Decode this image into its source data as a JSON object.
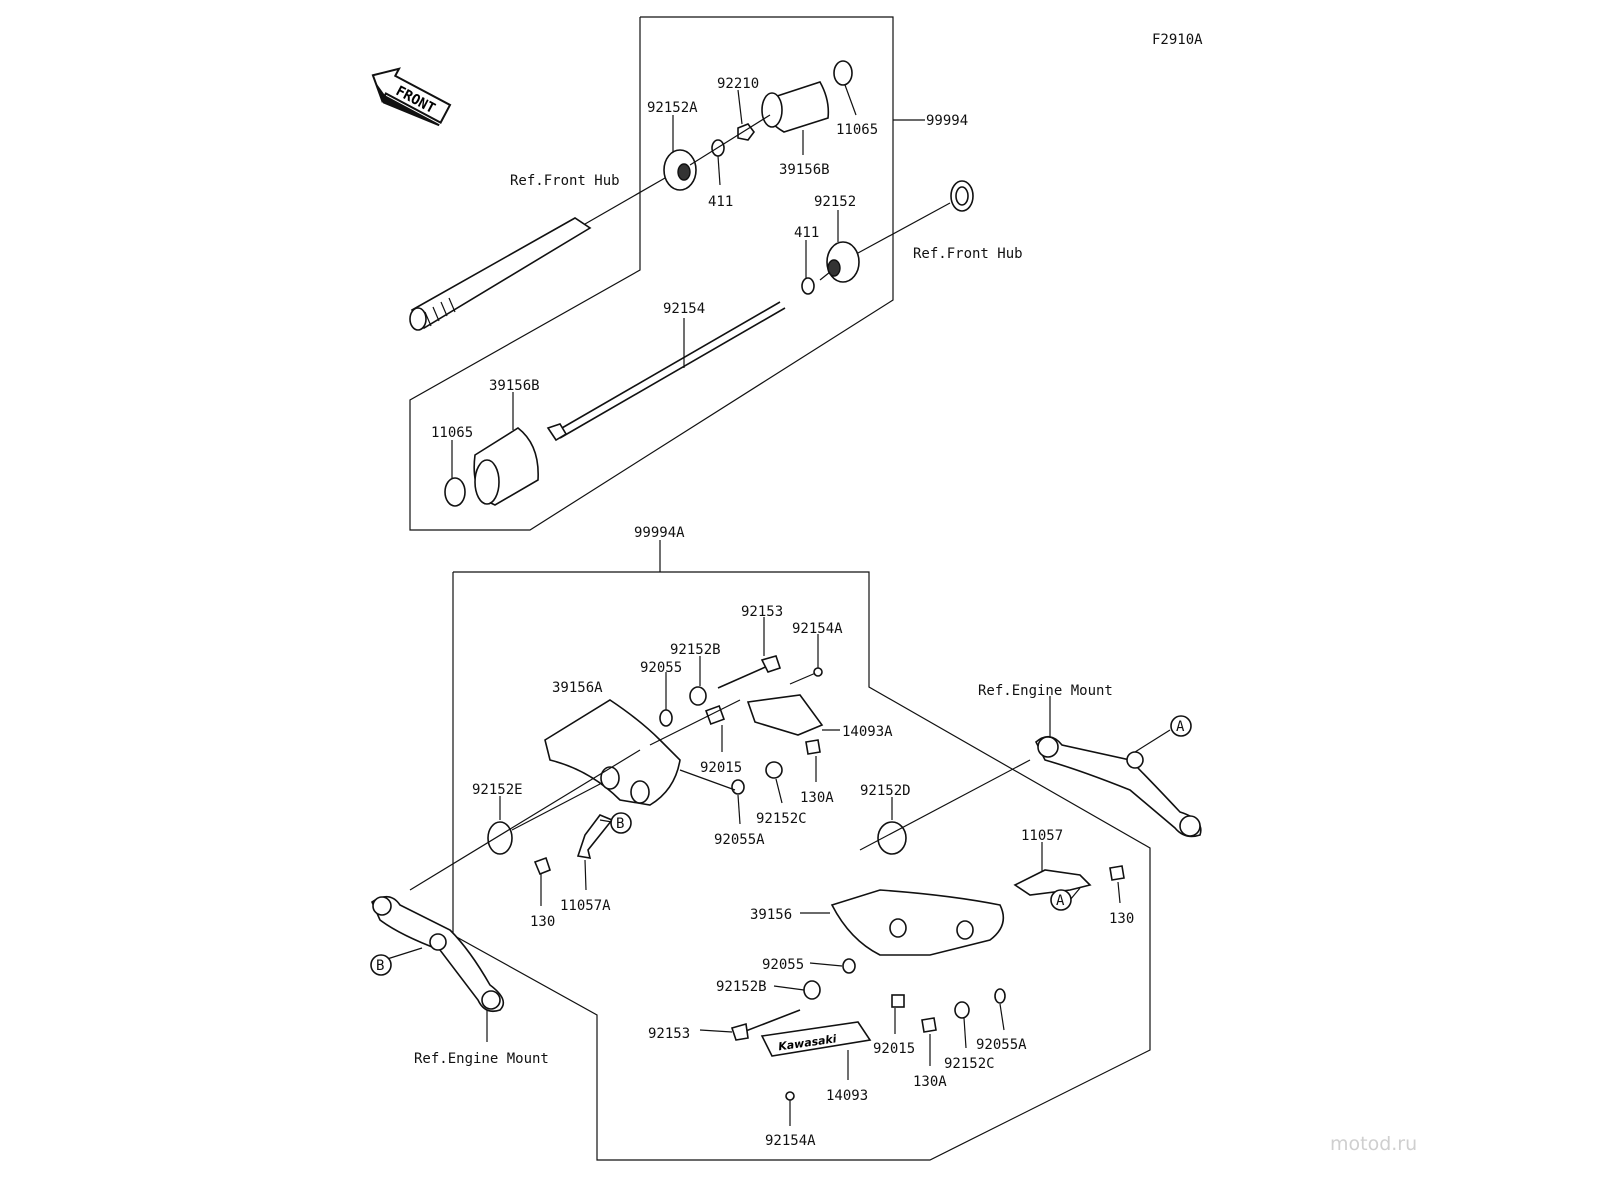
{
  "diagram_code": "F2910A",
  "watermark": "motod.ru",
  "direction_marker": "FRONT",
  "upper_assembly": {
    "kit_number": "99994",
    "labels": {
      "p92152A": "92152A",
      "p92210": "92210",
      "p11065_top": "11065",
      "p39156B_top": "39156B",
      "p411_left": "411",
      "ref_front_hub_left": "Ref.Front Hub",
      "p92152": "92152",
      "p411_right": "411",
      "ref_front_hub_right": "Ref.Front Hub",
      "p92154": "92154",
      "p39156B_bottom": "39156B",
      "p11065_bottom": "11065"
    }
  },
  "lower_assembly": {
    "kit_number": "99994A",
    "labels": {
      "p92153_top": "92153",
      "p92154A_top": "92154A",
      "p92152B_top": "92152B",
      "p92055_top": "92055",
      "p39156A": "39156A",
      "ref_engine_mount_right": "Ref.Engine Mount",
      "p14093A": "14093A",
      "p92015_top": "92015",
      "p130A_top": "130A",
      "p92152E": "92152E",
      "p92152D": "92152D",
      "p92152C_top": "92152C",
      "p92055A_top": "92055A",
      "p11057": "11057",
      "p130_left": "130",
      "p11057A": "11057A",
      "p39156": "39156",
      "p130_right": "130",
      "p92055_bottom": "92055",
      "p92152B_bottom": "92152B",
      "p92153_bottom": "92153",
      "p92015_bottom": "92015",
      "p92055A_bottom": "92055A",
      "p130A_bottom": "130A",
      "p92152C_bottom": "92152C",
      "p14093": "14093",
      "ref_engine_mount_left": "Ref.Engine Mount",
      "p92154A_bottom": "92154A"
    },
    "callouts": {
      "a": "A",
      "b": "B"
    },
    "plate_logo": "Kawasaki"
  }
}
